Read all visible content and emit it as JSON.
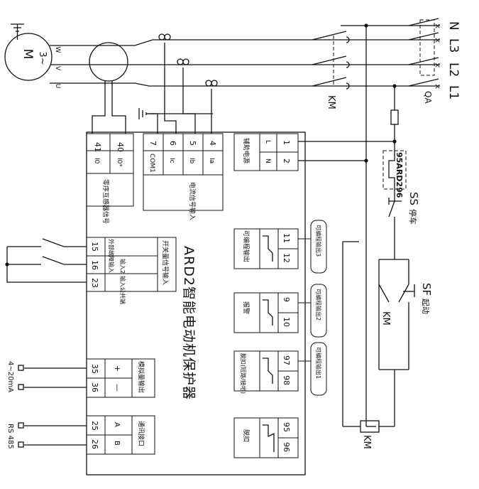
{
  "device": {
    "title": "ARD2智能电动机保护器"
  },
  "supply": {
    "phases": [
      "N",
      "L3",
      "L2",
      "L1"
    ],
    "qa_label": "QA",
    "km_label": "KM"
  },
  "motor": {
    "symbol": "M",
    "symbol_sub": "3~",
    "terminals": [
      "W",
      "V",
      "U"
    ]
  },
  "blocks": {
    "aux_power": {
      "label": "辅助电源",
      "terminals": [
        {
          "num": "1",
          "name": "L"
        },
        {
          "num": "2",
          "name": "N"
        }
      ]
    },
    "current_input": {
      "label": "电流信号输入",
      "terminals": [
        {
          "num": "7",
          "name": "COM1"
        },
        {
          "num": "6",
          "name": "Ic"
        },
        {
          "num": "5",
          "name": "Ib"
        },
        {
          "num": "4",
          "name": "Ia"
        }
      ]
    },
    "zero_seq": {
      "label": "零序互感器信号",
      "terminals": [
        {
          "num": "41",
          "name": "I0"
        },
        {
          "num": "40",
          "name": "I0*"
        }
      ]
    },
    "switch_input": {
      "label": "开关量信号输入",
      "rows": [
        {
          "num": "15",
          "desc": "外部故障输入"
        },
        {
          "num": "16",
          "desc": "输入2"
        },
        {
          "num": "23",
          "desc": "输入公共端"
        }
      ]
    },
    "analog_output": {
      "label": "模拟量输出",
      "rows": [
        {
          "num": "35",
          "sign": "+"
        },
        {
          "num": "36",
          "sign": "—"
        }
      ],
      "external": "4~20mA"
    },
    "comm": {
      "label": "通讯接口",
      "rows": [
        {
          "num": "25",
          "sign": "A"
        },
        {
          "num": "26",
          "sign": "B"
        }
      ],
      "external": "RS 485"
    },
    "relay3": {
      "box": "可编程输出",
      "nums": [
        "11",
        "12"
      ],
      "tag": "可编程输出3"
    },
    "relay2": {
      "box": "报警",
      "nums": [
        "9",
        "10"
      ],
      "tag": "可编程输出2"
    },
    "relay1": {
      "box": "脱扣(短路/接地)",
      "nums": [
        "97",
        "98"
      ],
      "tag": "可编程输出1"
    },
    "trip": {
      "box": "脱扣",
      "nums": [
        "95",
        "96"
      ]
    }
  },
  "control": {
    "relay_label": "95ARD296",
    "stop_label": "SS",
    "stop_text": "停车",
    "start_label": "SF",
    "start_text": "起动",
    "km_aux": "KM",
    "km_coil": "KM"
  }
}
